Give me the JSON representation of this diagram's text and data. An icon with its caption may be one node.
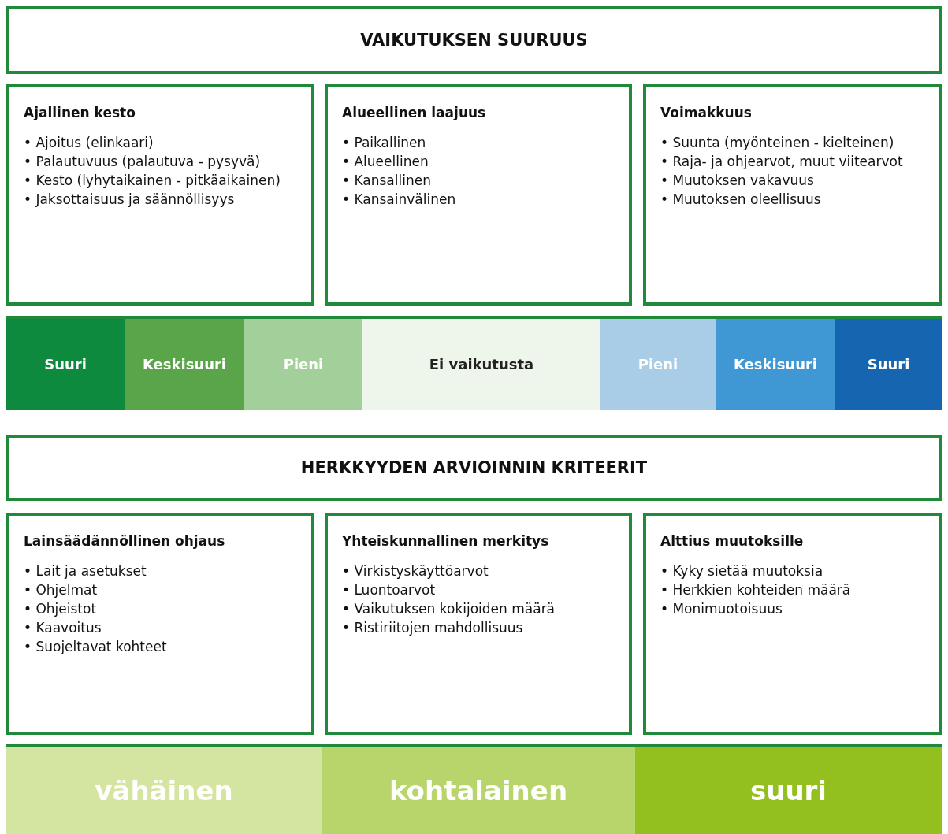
{
  "diagram": {
    "nodes": [
      {
        "text": [
          "VAIKUTUKSEN SUURUUS"
        ]
      },
      {
        "text": [
          "Ajallinen kesto",
          "• Ajoitus (elinkaari)",
          "• Palautuvuus (palautuva - pysyvä)",
          "• Kesto (lyhytaikainen - pitkäaikainen)",
          "• Jaksottaisuus ja säännöllisyys"
        ]
      },
      {
        "text": [
          "Alueellinen laajuus",
          "• Paikallinen",
          "• Alueellinen",
          "• Kansallinen",
          "• Kansainvälinen"
        ]
      },
      {
        "text": [
          "Voimakkuus",
          "• Suunta (myönteinen - kielteinen)",
          "• Raja- ja ohjearvot, muut viitearvot",
          "• Muutoksen vakavuus",
          "• Muutoksen oleellisuus"
        ]
      },
      {
        "text": [
          "Suuri"
        ]
      },
      {
        "text": [
          "Keskisuuri"
        ]
      },
      {
        "text": [
          "Pieni"
        ]
      },
      {
        "text": [
          "Ei vaikutusta"
        ]
      },
      {
        "text": [
          "Pieni"
        ]
      },
      {
        "text": [
          "Keskisuuri"
        ]
      },
      {
        "text": [
          "Suuri"
        ]
      },
      {
        "text": [
          "HERKKYYDEN ARVIOINNIN KRITEERIT"
        ]
      },
      {
        "text": [
          "Lainsäädännöllinen ohjaus",
          "• Lait ja asetukset",
          "• Ohjelmat",
          "• Ohjeistot",
          "• Kaavoitus",
          "• Suojeltavat kohteet"
        ]
      },
      {
        "text": [
          "Yhteiskunnallinen merkitys",
          "• Virkistyskäyttöarvot",
          "• Luontoarvot",
          "• Vaikutuksen kokijoiden määrä",
          "• Ristiriitojen mahdollisuus"
        ]
      },
      {
        "text": [
          "Alttius muutoksille",
          "• Kyky sietää muutoksia",
          "• Herkkien kohteiden määrä",
          "• Monimuotoisuus"
        ]
      },
      {
        "text": [
          "vähäinen"
        ]
      },
      {
        "text": [
          "kohtalainen"
        ]
      },
      {
        "text": [
          "suuri"
        ]
      }
    ]
  }
}
